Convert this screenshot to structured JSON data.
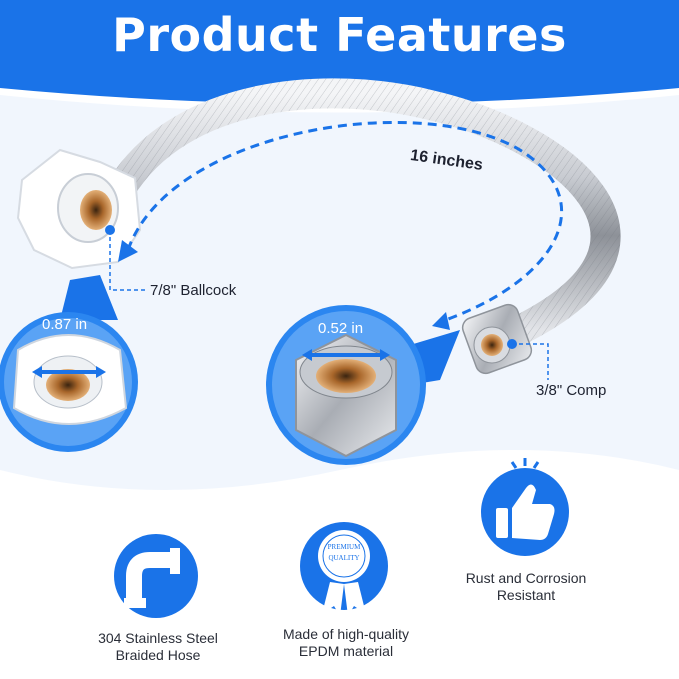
{
  "header": {
    "title": "Product Features"
  },
  "colors": {
    "brand_blue": "#1a73e8",
    "light_blue": "#e8f1fd",
    "text": "#1e2230"
  },
  "hose": {
    "length_label": "16 inches",
    "left_fitting_label": "7/8\" Ballcock",
    "right_fitting_label": "3/8\" Comp"
  },
  "zoom": {
    "left_diameter": "0.87 in",
    "right_diameter": "0.52 in"
  },
  "features": [
    {
      "icon": "pipe-elbow-icon",
      "text": "304 Stainless Steel Braided Hose"
    },
    {
      "icon": "premium-quality-badge-icon",
      "text": "Made of high-quality EPDM material",
      "badge_text_1": "PREMIUM",
      "badge_text_2": "QUALITY"
    },
    {
      "icon": "thumbs-up-icon",
      "text": "Rust and Corrosion Resistant"
    }
  ]
}
